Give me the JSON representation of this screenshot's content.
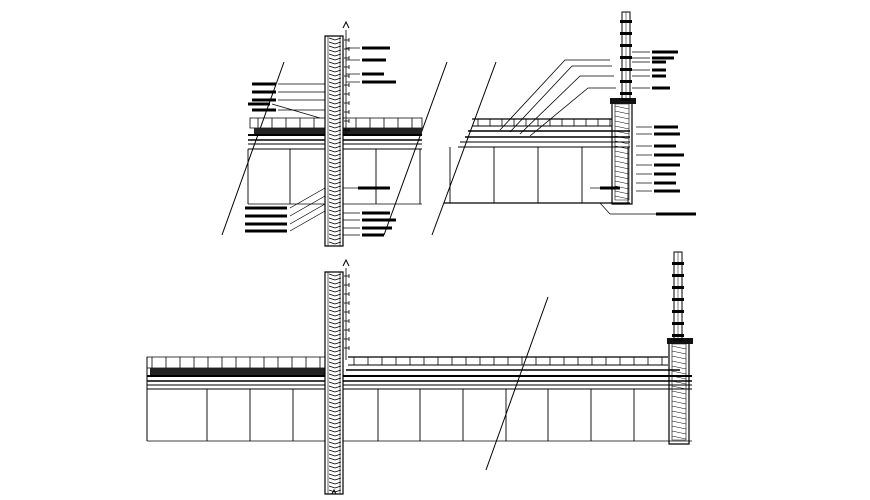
{
  "drawing": {
    "background": "#ffffff",
    "line_color": "#000000",
    "views": [
      {
        "name": "detail-wall-floor-junction"
      },
      {
        "name": "detail-roof-parapet-railing"
      },
      {
        "name": "section-full-floor"
      }
    ]
  }
}
